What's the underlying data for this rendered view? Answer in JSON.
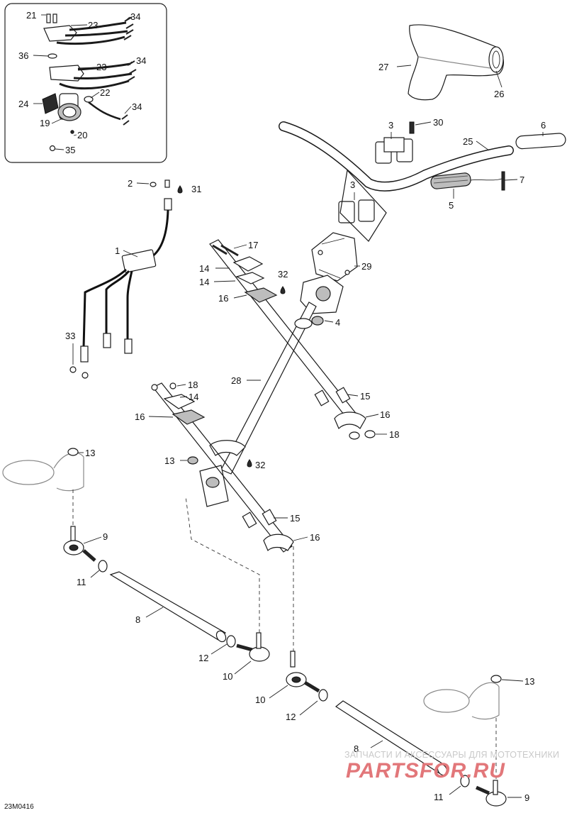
{
  "diagram_code": "23M0416",
  "watermark": {
    "tagline": "ЗАПЧАСТИ И АКСЕССУАРЫ ДЛЯ МОТОТЕХНИКИ",
    "brand": "PARTSFOR.RU"
  },
  "callouts": {
    "c21": "21",
    "c23a": "23",
    "c34a": "34",
    "c36": "36",
    "c23b": "23",
    "c34b": "34",
    "c24": "24",
    "c22": "22",
    "c19": "19",
    "c20": "20",
    "c34c": "34",
    "c35": "35",
    "c27": "27",
    "c26": "26",
    "c3a": "3",
    "c30": "30",
    "c6": "6",
    "c25": "25",
    "c3b": "3",
    "c7": "7",
    "c5": "5",
    "c2": "2",
    "c31": "31",
    "c1": "1",
    "c17": "17",
    "c14a": "14",
    "c32a": "32",
    "c29": "29",
    "c14b": "14",
    "c16a": "16",
    "c4": "4",
    "c33": "33",
    "c28": "28",
    "c18a": "18",
    "c14c": "14",
    "c15a": "15",
    "c16b": "16",
    "c16c": "16",
    "c18b": "18",
    "c13a": "13",
    "c13b": "13",
    "c32b": "32",
    "c15b": "15",
    "c16d": "16",
    "c9a": "9",
    "c11a": "11",
    "c8a": "8",
    "c12a": "12",
    "c10a": "10",
    "c10b": "10",
    "c12b": "12",
    "c13c": "13",
    "c8b": "8",
    "c11b": "11",
    "c9b": "9"
  }
}
